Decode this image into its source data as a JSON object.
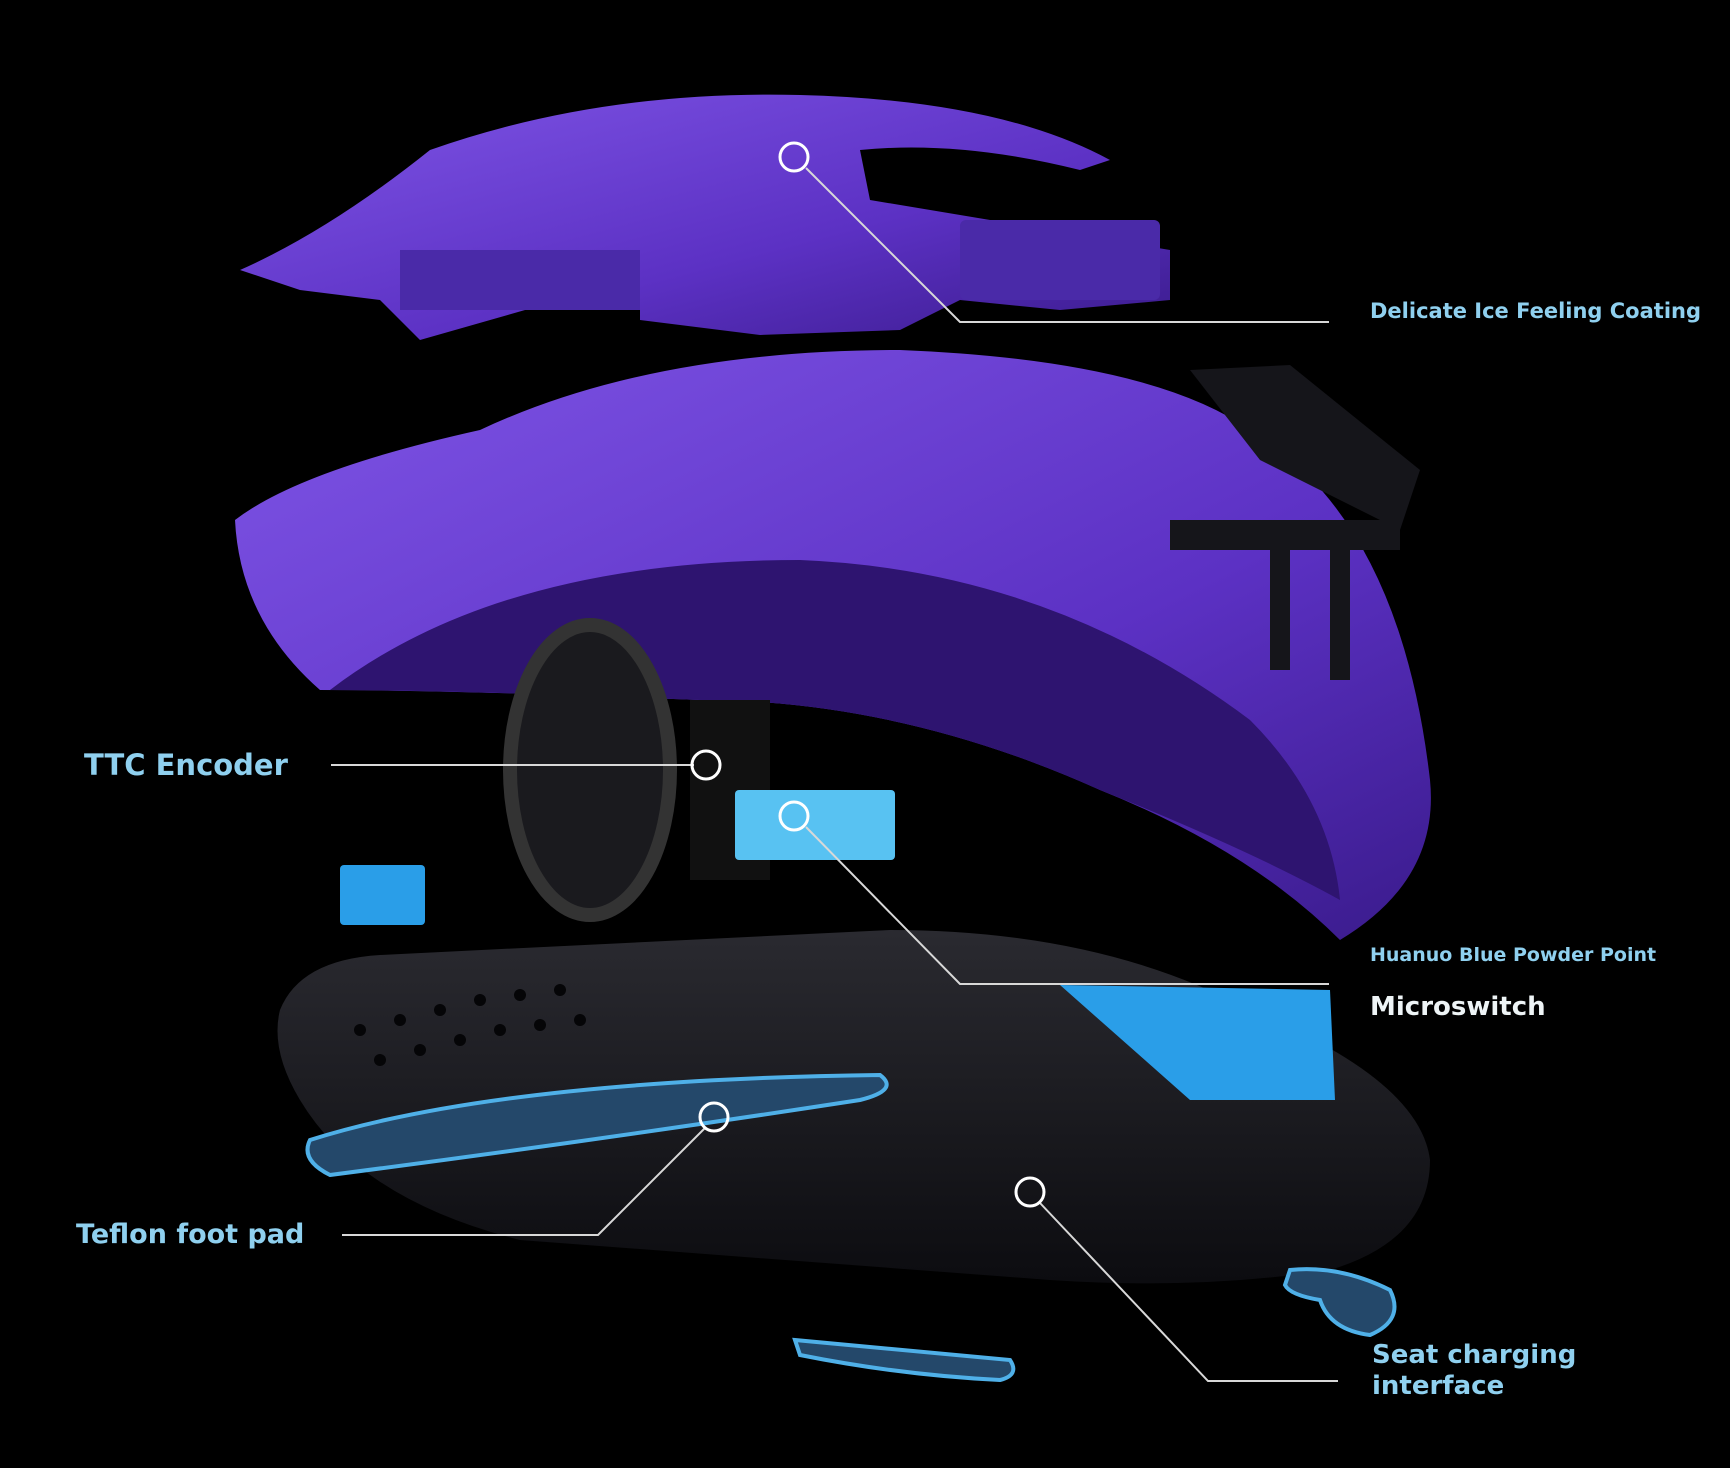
{
  "labels": {
    "coating": "Delicate Ice Feeling Coating",
    "encoder": "TTC Encoder",
    "blue_powder": "Huanuo Blue Powder Point",
    "microswitch": "Microswitch",
    "teflon": "Teflon foot pad",
    "charging_line1": "Seat charging",
    "charging_line2": "interface"
  },
  "colors": {
    "background": "#000000",
    "shell": "#6a3fd0",
    "base": "#141418",
    "accent_blue": "#2a9ee8",
    "label_blue": "#8fd0ef",
    "label_white": "#eef4f6"
  }
}
